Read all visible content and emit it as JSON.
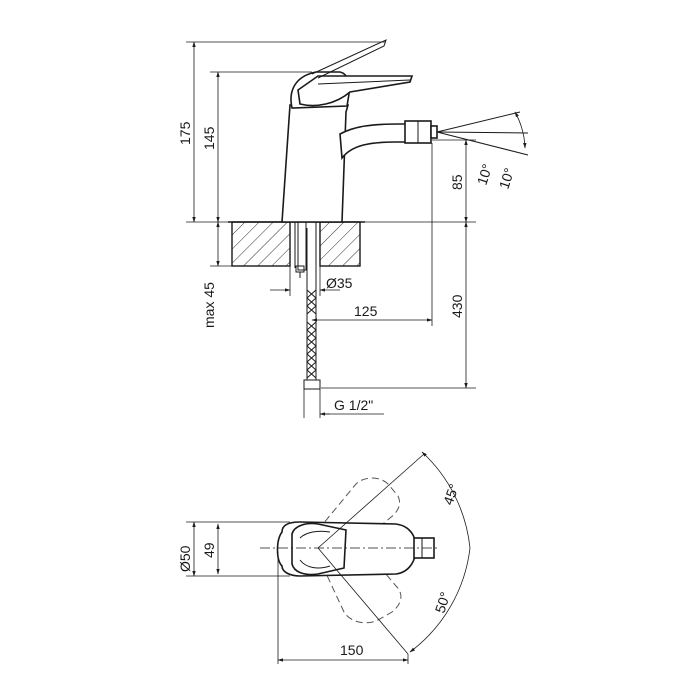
{
  "side_view": {
    "dim_total_height": "175",
    "dim_spout_height": "145",
    "dim_outlet_height": "85",
    "dim_spray_angle_1": "10°",
    "dim_spray_angle_2": "10°",
    "dim_max_deck": "max 45",
    "dim_hole_diameter": "Ø35",
    "dim_reach": "125",
    "dim_hose_length": "430",
    "dim_connection": "G 1/2\""
  },
  "top_view": {
    "dim_body_diameter": "Ø50",
    "dim_body_width": "49",
    "dim_lever_angle_1": "45°",
    "dim_lever_angle_2": "50°",
    "dim_length": "150"
  }
}
